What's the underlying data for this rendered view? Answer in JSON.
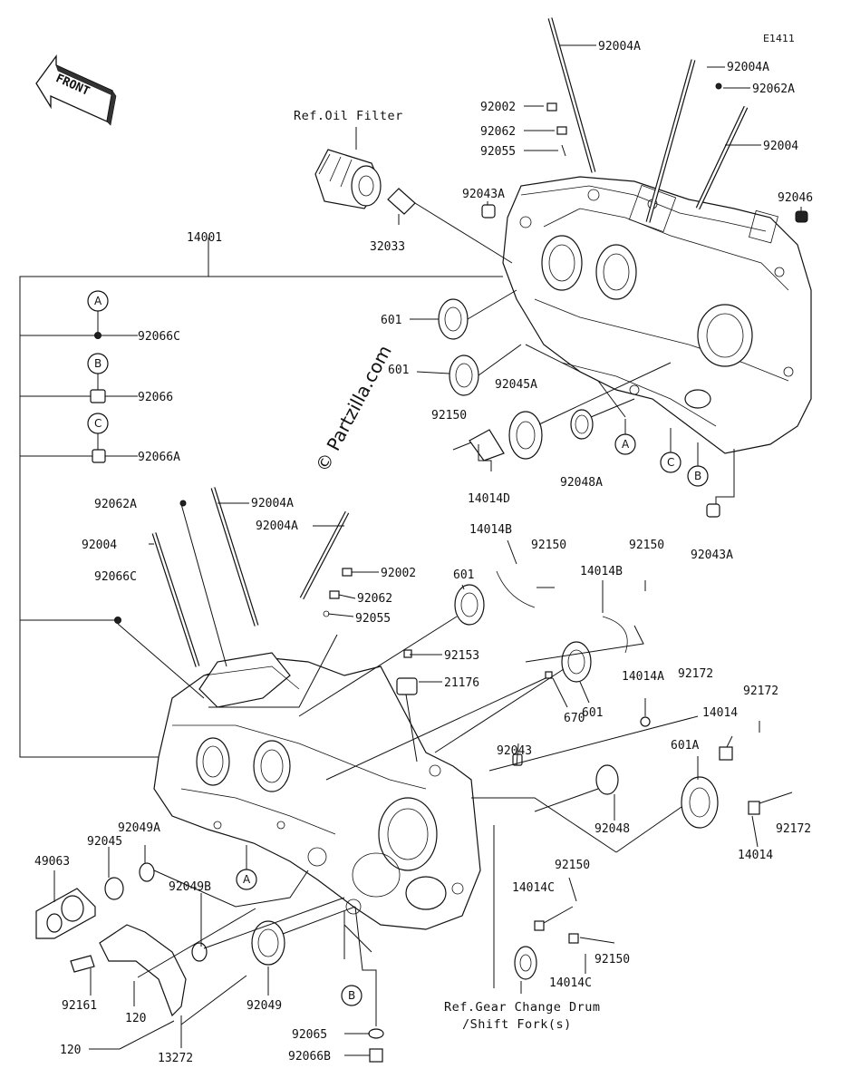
{
  "diagram_code": "E1411",
  "front_label": "FRONT",
  "watermark": "© Partzilla.com",
  "ref_labels": {
    "oil_filter": "Ref.Oil Filter",
    "gear_change_line1": "Ref.Gear Change Drum",
    "gear_change_line2": "/Shift Fork(s)"
  },
  "callouts": {
    "a": "A",
    "b": "B",
    "c": "C"
  },
  "parts": {
    "p14001": "14001",
    "p92004A_top": "92004A",
    "p92004A_top2": "92004A",
    "p92062A_top": "92062A",
    "p92004_top": "92004",
    "p92002_top": "92002",
    "p92062_top": "92062",
    "p92055_top": "92055",
    "p92043A_top": "92043A",
    "p92046": "92046",
    "p32033": "32033",
    "p601_a": "601",
    "p601_b": "601",
    "p92045A": "92045A",
    "p92150_a": "92150",
    "p92048A": "92048A",
    "p14014D": "14014D",
    "p92043A_right": "92043A",
    "p92066C_a": "92066C",
    "p92066": "92066",
    "p92066A": "92066A",
    "p92062A_mid": "92062A",
    "p92004A_mid": "92004A",
    "p92004A_mid2": "92004A",
    "p92004_mid": "92004",
    "p92066C_b": "92066C",
    "p92002_mid": "92002",
    "p92062_mid": "92062",
    "p92055_mid": "92055",
    "p14014B_a": "14014B",
    "p92150_b": "92150",
    "p601_c": "601",
    "p92150_c": "92150",
    "p14014B_b": "14014B",
    "p92153": "92153",
    "p21176": "21176",
    "p670": "670",
    "p601_d": "601",
    "p92172_a": "92172",
    "p14014A": "14014A",
    "p92172_b": "92172",
    "p14014_a": "14014",
    "p92043": "92043",
    "p601A": "601A",
    "p92048": "92048",
    "p92172_c": "92172",
    "p14014_b": "14014",
    "p49063": "49063",
    "p92045": "92045",
    "p92049A": "92049A",
    "p92049B": "92049B",
    "p92049": "92049",
    "p92161": "92161",
    "p120_a": "120",
    "p120_b": "120",
    "p13272": "13272",
    "p92150_d": "92150",
    "p14014C_a": "14014C",
    "p92150_e": "92150",
    "p14014C_b": "14014C",
    "p92065": "92065",
    "p92066B": "92066B"
  }
}
